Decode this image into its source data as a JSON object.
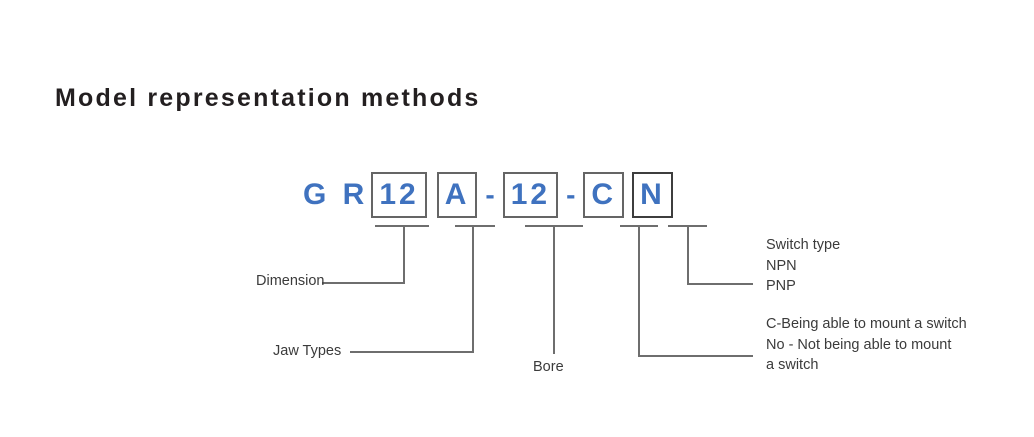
{
  "page": {
    "title": "Model representation methods",
    "background": "#ffffff",
    "accent_blue": "#3f72bf",
    "box_border": "#656565",
    "leader_line_color": "#6e6e6e",
    "text_color": "#3b3b3b"
  },
  "model_code": {
    "segments": [
      {
        "kind": "plain",
        "text": "G R",
        "name": "code-prefix-gr"
      },
      {
        "kind": "box",
        "text": "12",
        "name": "code-box-dimension",
        "width": "wide"
      },
      {
        "kind": "box",
        "text": "A",
        "name": "code-box-jaw-type",
        "width": "narrow"
      },
      {
        "kind": "dash",
        "text": "-",
        "name": "code-dash-1"
      },
      {
        "kind": "box",
        "text": "12",
        "name": "code-box-bore",
        "width": "wide"
      },
      {
        "kind": "dash",
        "text": "-",
        "name": "code-dash-2"
      },
      {
        "kind": "box",
        "text": "C",
        "name": "code-box-mount",
        "width": "narrow"
      },
      {
        "kind": "box",
        "text": "N",
        "name": "code-box-switch",
        "width": "narrow"
      }
    ]
  },
  "callouts": {
    "dimension": "Dimension",
    "jaw_types": "Jaw Types",
    "bore": "Bore",
    "switch_type": {
      "line1": "Switch type",
      "line2": "NPN",
      "line3": "PNP"
    },
    "mount_type": {
      "line1": "C-Being able to mount a switch",
      "line2": "No - Not being able to mount",
      "line3": "a switch"
    }
  }
}
